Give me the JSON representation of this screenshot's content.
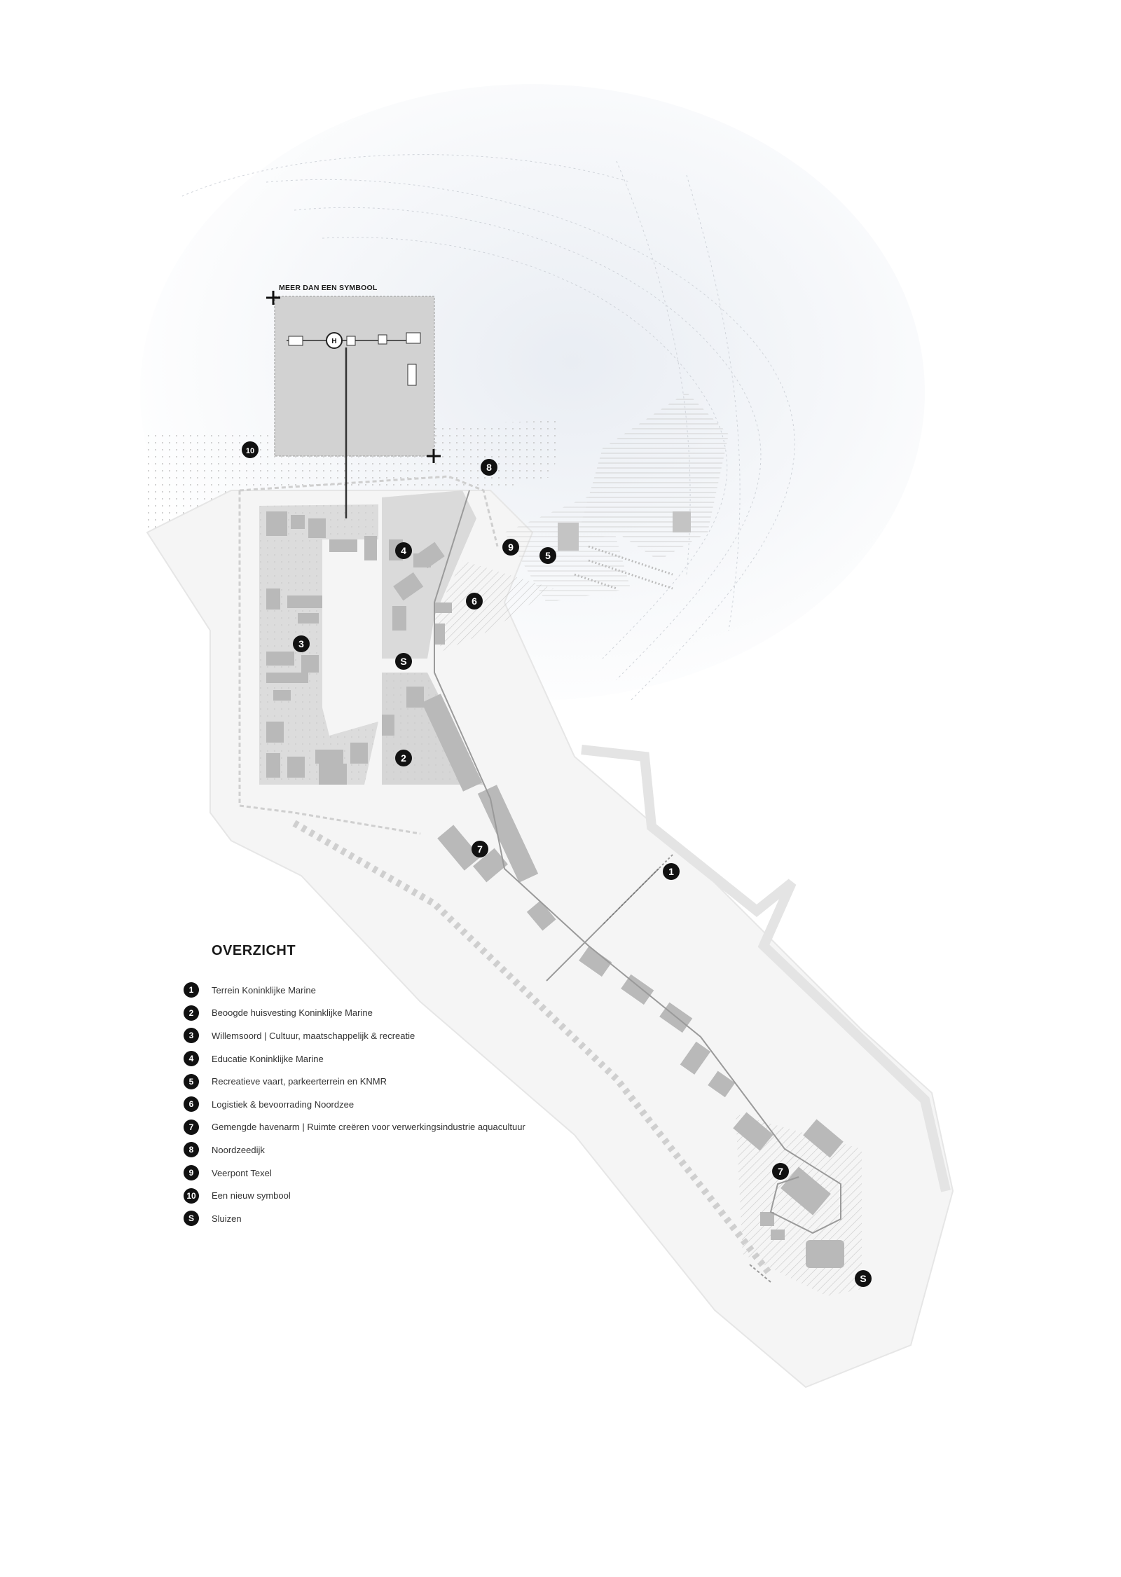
{
  "inset": {
    "title": "MEER DAN EEN SYMBOOL",
    "marker": "H"
  },
  "markers": [
    {
      "id": "m1",
      "label": "1"
    },
    {
      "id": "m2",
      "label": "2"
    },
    {
      "id": "m3",
      "label": "3"
    },
    {
      "id": "m4",
      "label": "4"
    },
    {
      "id": "m5",
      "label": "5"
    },
    {
      "id": "m6",
      "label": "6"
    },
    {
      "id": "m7a",
      "label": "7"
    },
    {
      "id": "m7b",
      "label": "7"
    },
    {
      "id": "m8",
      "label": "8"
    },
    {
      "id": "m9",
      "label": "9"
    },
    {
      "id": "m10",
      "label": "10"
    },
    {
      "id": "ms1",
      "label": "S"
    },
    {
      "id": "ms2",
      "label": "S"
    }
  ],
  "legend": {
    "title": "OVERZICHT",
    "items": [
      {
        "key": "1",
        "label": "Terrein Koninklijke Marine"
      },
      {
        "key": "2",
        "label": "Beoogde huisvesting Koninklijke Marine"
      },
      {
        "key": "3",
        "label": "Willemsoord | Cultuur, maatschappelijk & recreatie"
      },
      {
        "key": "4",
        "label": "Educatie Koninklijke Marine"
      },
      {
        "key": "5",
        "label": "Recreatieve vaart, parkeerterrein en KNMR"
      },
      {
        "key": "6",
        "label": "Logistiek & bevoorrading Noordzee"
      },
      {
        "key": "7",
        "label": "Gemengde havenarm | Ruimte creëren voor verwerkingsindustrie aquacultuur"
      },
      {
        "key": "8",
        "label": "Noordzeedijk"
      },
      {
        "key": "9",
        "label": "Veerpont Texel"
      },
      {
        "key": "10",
        "label": "Een nieuw symbool"
      },
      {
        "key": "S",
        "label": "Sluizen"
      }
    ]
  },
  "colors": {
    "sea": "#eef1f5",
    "land": "#f6f6f6",
    "zone": "#d9d9d9",
    "building": "#b8b8b8",
    "marker": "#111111"
  }
}
